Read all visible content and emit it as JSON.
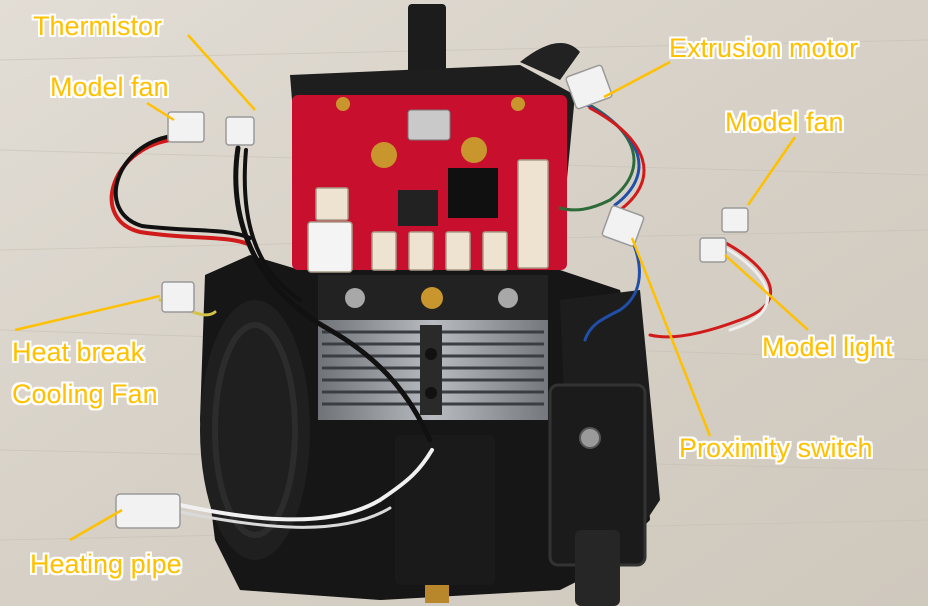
{
  "labels": {
    "thermistor": "Thermistor",
    "model_fan_left": "Model fan",
    "extrusion_motor": "Extrusion motor",
    "model_fan_right": "Model fan",
    "heat_break_line1": "Heat break",
    "heat_break_line2": "Cooling Fan",
    "model_light": "Model light",
    "proximity_switch": "Proximity switch",
    "heating_pipe": "Heating pipe"
  },
  "colors": {
    "label_text": "#FFC000",
    "label_outline": "#FFFFFF",
    "leader_line": "#FFC000",
    "background_wood": "#D8D2C8",
    "pcb": "#C8102E",
    "housing": "#1A1A1A",
    "heatsink": "#9EA3A8"
  }
}
